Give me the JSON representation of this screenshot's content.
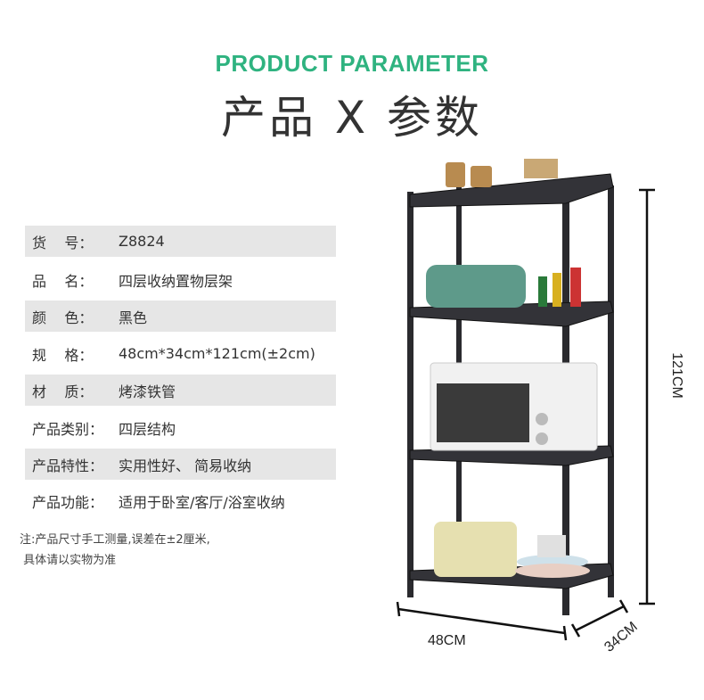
{
  "header": {
    "title_en": "PRODUCT PARAMETER",
    "title_cn": "产品 X 参数"
  },
  "params": [
    {
      "label": "货    号：",
      "value": "Z8824"
    },
    {
      "label": "品    名：",
      "value": "四层收纳置物层架"
    },
    {
      "label": "颜    色：",
      "value": "黑色"
    },
    {
      "label": "规    格：",
      "value": "48cm*34cm*121cm(±2cm)"
    },
    {
      "label": "材    质：",
      "value": "烤漆铁管"
    },
    {
      "label": "产品类别：",
      "value": "四层结构"
    },
    {
      "label": "产品特性：",
      "value": "实用性好、 简易收纳"
    },
    {
      "label": "产品功能：",
      "value": "适用于卧室/客厅/浴室收纳"
    }
  ],
  "note": {
    "line1": "注:产品尺寸手工测量,误差在±2厘米,",
    "line2": " 具体请以实物为准"
  },
  "dimensions": {
    "height": "121CM",
    "width": "48CM",
    "depth": "34CM"
  },
  "colors": {
    "accent": "#2fb380",
    "shade": "#e6e6e6"
  }
}
